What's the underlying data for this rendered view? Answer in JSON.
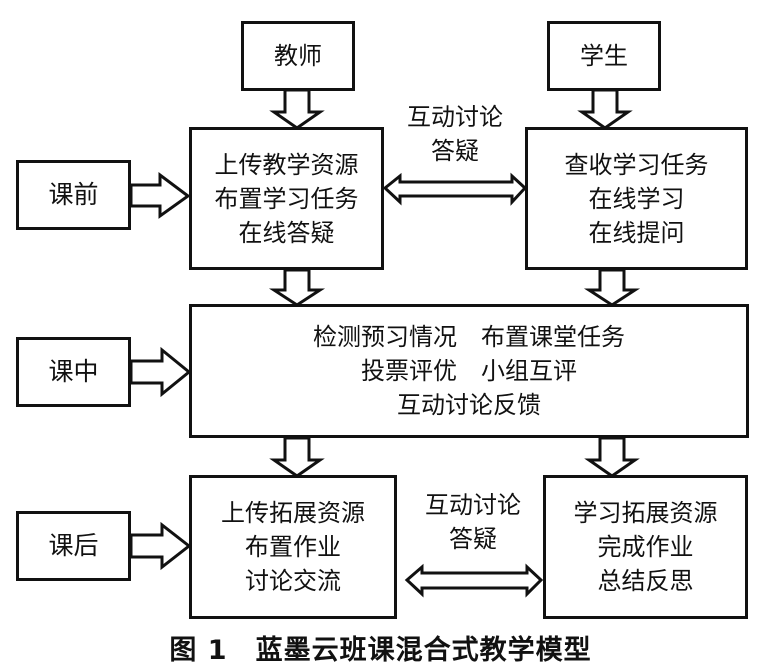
{
  "roles": {
    "teacher": "教师",
    "student": "学生"
  },
  "phases": {
    "pre": "课前",
    "in": "课中",
    "post": "课后"
  },
  "pre_class": {
    "teacher_lines": [
      "上传教学资源",
      "布置学习任务",
      "在线答疑"
    ],
    "student_lines": [
      "查收学习任务",
      "在线学习",
      "在线提问"
    ],
    "interaction_lines": [
      "互动讨论",
      "答疑"
    ]
  },
  "in_class": {
    "lines": [
      "检测预习情况　布置课堂任务",
      "投票评优　小组互评",
      "互动讨论反馈"
    ]
  },
  "post_class": {
    "teacher_lines": [
      "上传拓展资源",
      "布置作业",
      "讨论交流"
    ],
    "student_lines": [
      "学习拓展资源",
      "完成作业",
      "总结反思"
    ],
    "interaction_lines": [
      "互动讨论",
      "答疑"
    ]
  },
  "caption": "图 1　蓝墨云班课混合式教学模型"
}
